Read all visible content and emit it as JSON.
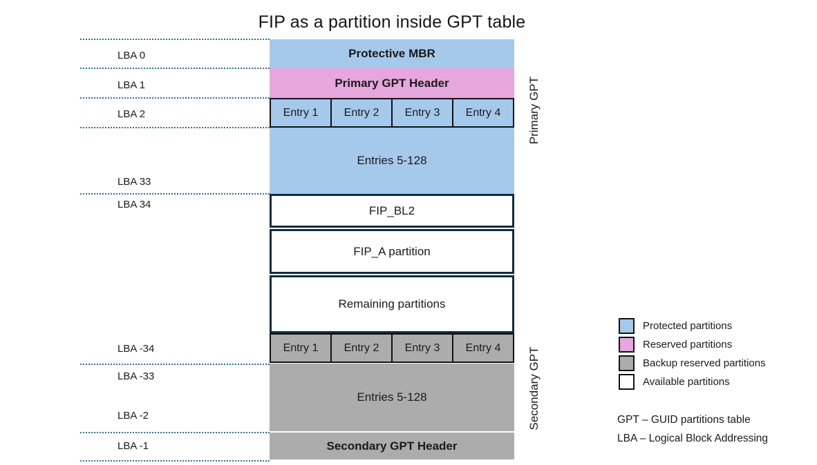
{
  "title": "FIP as a partition inside GPT table",
  "diagram": {
    "lba_labels": [
      "LBA 0",
      "LBA 1",
      "LBA 2",
      "LBA 33",
      "LBA 34",
      "LBA -34",
      "LBA -33",
      "LBA -2",
      "LBA -1"
    ],
    "blocks": {
      "protective_mbr": "Protective MBR",
      "primary_gpt_header": "Primary GPT Header",
      "primary_entries": [
        "Entry 1",
        "Entry 2",
        "Entry 3",
        "Entry 4"
      ],
      "primary_entries_rest": "Entries 5-128",
      "fip_bl2": "FIP_BL2",
      "fip_a": "FIP_A partition",
      "remaining": "Remaining partitions",
      "secondary_entries": [
        "Entry 1",
        "Entry 2",
        "Entry 3",
        "Entry 4"
      ],
      "secondary_entries_rest": "Entries 5-128",
      "secondary_gpt_header": "Secondary GPT Header"
    },
    "side_labels": {
      "primary": "Primary GPT",
      "secondary": "Secondary GPT"
    }
  },
  "legend": {
    "items": [
      {
        "label": "Protected partitions",
        "color": "#A5C9EB"
      },
      {
        "label": "Reserved partitions",
        "color": "#E6A6DE"
      },
      {
        "label": "Backup reserved partitions",
        "color": "#ACACAC"
      },
      {
        "label": "Available partitions",
        "color": "#FFFFFF"
      }
    ],
    "notes": [
      "GPT – GUID partitions table",
      "LBA – Logical Block Addressing"
    ]
  },
  "colors": {
    "protected_fill": "#A5C9EB",
    "reserved_fill": "#E6A6DE",
    "backup_fill": "#ACACAC",
    "available_fill": "#FFFFFF",
    "available_border": "#0F2B3D",
    "entry_border": "#111111",
    "dotted_line": "#2D6E8E",
    "text": "#1A1A1A"
  }
}
